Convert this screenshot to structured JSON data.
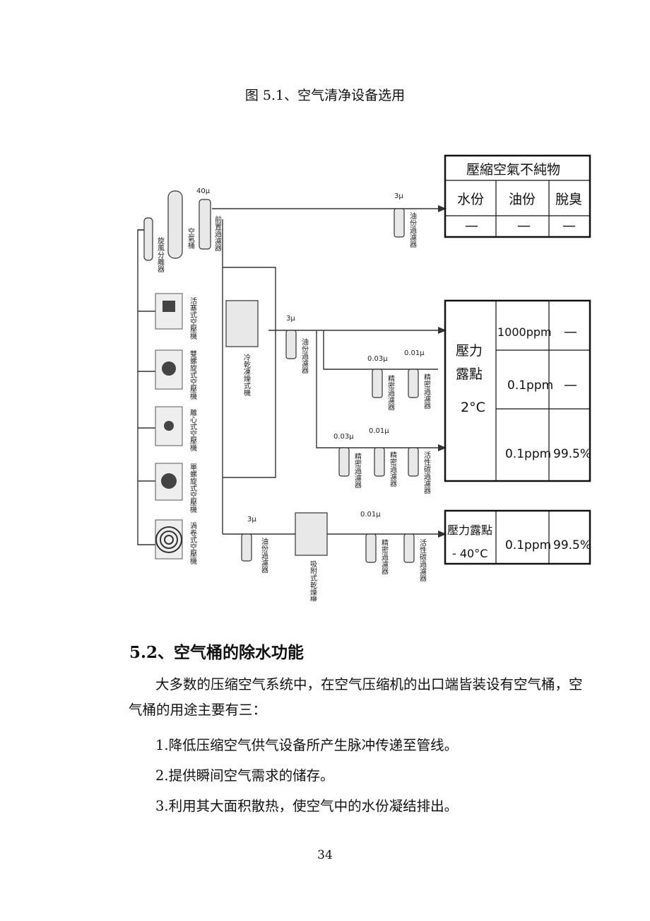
{
  "figure": {
    "caption": "图 5.1、空气清净设备选用",
    "table_top": {
      "header": "壓縮空氣不純物",
      "cols": [
        "水份",
        "油份",
        "脫臭"
      ],
      "row": [
        "—",
        "—",
        "—"
      ]
    },
    "table_mid": {
      "label_line1": "壓力",
      "label_line2": "露點",
      "label_line3": "2°C",
      "rows": [
        [
          "1000ppm",
          "—"
        ],
        [
          "0.1ppm",
          "—"
        ],
        [
          "0.1ppm",
          "99.5%"
        ]
      ]
    },
    "table_bottom": {
      "label_line1": "壓力露點",
      "label_line2": "- 40°C",
      "cells": [
        "0.1ppm",
        "99.5%"
      ]
    },
    "labels": {
      "air_tank": "空氣桶",
      "cyclone": "旋風分離器",
      "pre_filter": "前置過濾器",
      "oil_filter_top": "油份過濾器",
      "oil_filter_mid": "油份過濾器",
      "oil_filter_low": "油份過濾器",
      "refrig_dryer": "冷乾凍燥式機",
      "fine_filter_1": "精密過濾器",
      "fine_filter_2": "精密過濾器",
      "fine_filter_3": "精密過濾器",
      "fine_filter_4": "精密過濾器",
      "fine_filter_5": "精密過濾器",
      "carbon_filter_1": "活性碳過濾器",
      "carbon_filter_2": "活性碳過濾器",
      "adsorption_dryer": "吸附式乾燥機",
      "piston_comp": "活塞式空壓機",
      "twin_screw_comp": "雙螺旋式空壓機",
      "centrifugal_comp": "離心式空壓機",
      "single_screw_comp": "單螺旋式空壓機",
      "scroll_comp": "渦卷式空壓機",
      "micron_40": "40μ",
      "micron_3a": "3μ",
      "micron_3b": "3μ",
      "micron_3c": "3μ",
      "micron_003a": "0.03μ",
      "micron_001a": "0.01μ",
      "micron_003b": "0.03μ",
      "micron_001b": "0.01μ",
      "micron_001c": "0.01μ"
    }
  },
  "section": {
    "title": "5.2、空气桶的除水功能",
    "intro": "大多数的压缩空气系统中，在空气压缩机的出口端皆装设有空气桶，空气桶的用途主要有三：",
    "items": [
      "1.降低压缩空气供气设备所产生脉冲传递至管线。",
      "2.提供瞬间空气需求的储存。",
      "3.利用其大面积散热，使空气中的水份凝结排出。"
    ]
  },
  "page_number": "34"
}
